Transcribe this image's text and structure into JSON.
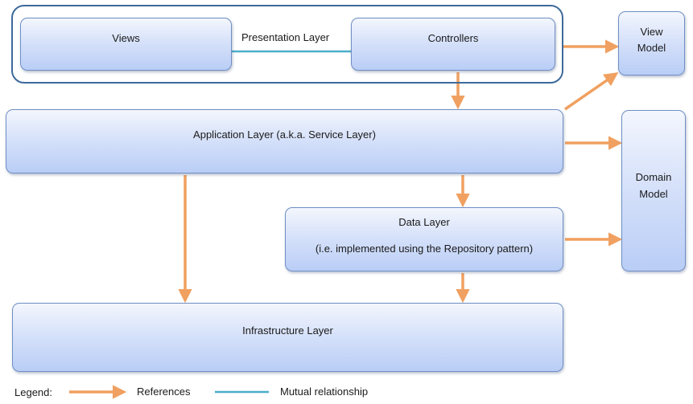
{
  "diagram": {
    "presentation_layer": "Presentation Layer",
    "views": "Views",
    "controllers": "Controllers",
    "view_model_line1": "View",
    "view_model_line2": "Model",
    "application_layer": "Application Layer (a.k.a. Service Layer)",
    "domain_model_line1": "Domain",
    "domain_model_line2": "Model",
    "data_layer_title": "Data Layer",
    "data_layer_subtitle": "(i.e. implemented using the Repository pattern)",
    "infrastructure_layer": "Infrastructure Layer"
  },
  "legend": {
    "label": "Legend:",
    "references": "References",
    "mutual_relationship": "Mutual relationship"
  },
  "colors": {
    "arrow": "#f0a060",
    "mutual_line": "#4aaec8",
    "frame": "#3d6a9a"
  }
}
